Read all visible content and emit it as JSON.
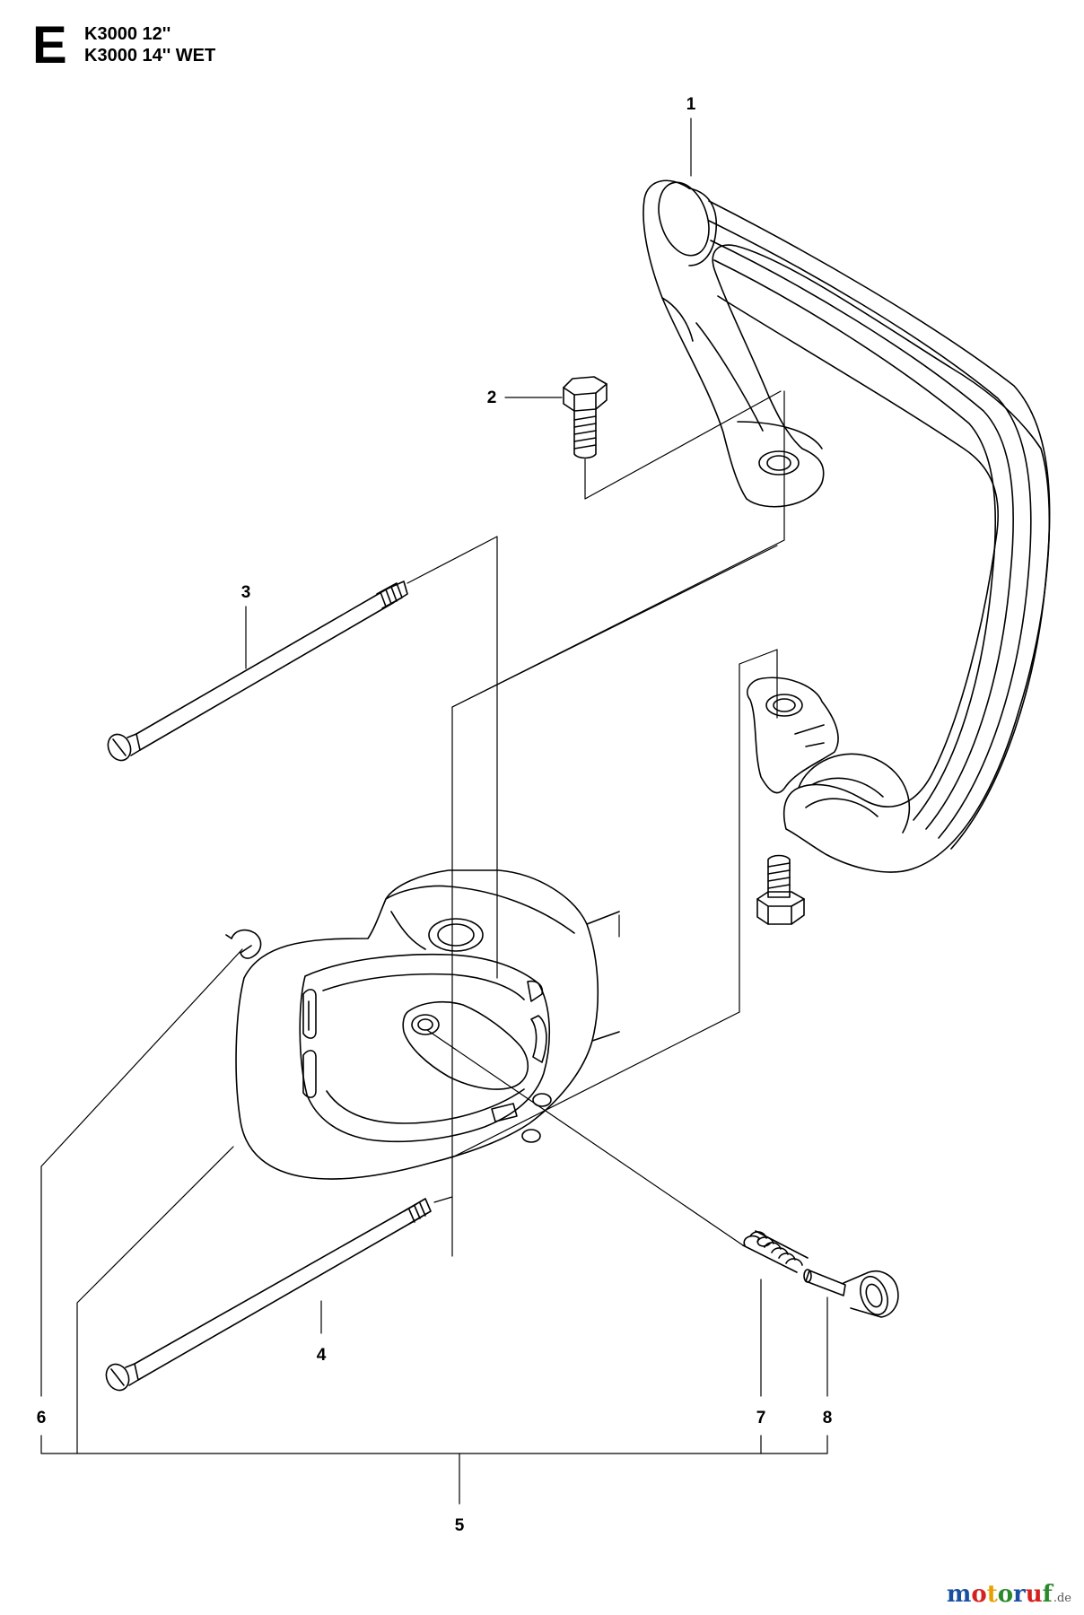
{
  "header": {
    "section_letter": "E",
    "models": [
      "K3000 12''",
      "K3000 14'' WET"
    ]
  },
  "callouts": [
    "1",
    "2",
    "3",
    "4",
    "5",
    "6",
    "7",
    "8"
  ],
  "parts": [
    {
      "ref": "1",
      "depicts": "front-handle"
    },
    {
      "ref": "2",
      "depicts": "hex-bolt"
    },
    {
      "ref": "3",
      "depicts": "long-slotted-screw"
    },
    {
      "ref": "4",
      "depicts": "long-slotted-screw"
    },
    {
      "ref": "5",
      "depicts": "assembly-group"
    },
    {
      "ref": "6",
      "depicts": "retaining-clip"
    },
    {
      "ref": "7",
      "depicts": "compression-spring"
    },
    {
      "ref": "8",
      "depicts": "adjuster-knob"
    }
  ],
  "watermark": {
    "letters": [
      "m",
      "o",
      "t",
      "o",
      "r",
      "u",
      "f"
    ],
    "tld": ".de",
    "colors": [
      "#1a4fa0",
      "#d62020",
      "#e8a000",
      "#2a8a2a",
      "#1a4fa0",
      "#d62020",
      "#2a8a2a"
    ]
  }
}
